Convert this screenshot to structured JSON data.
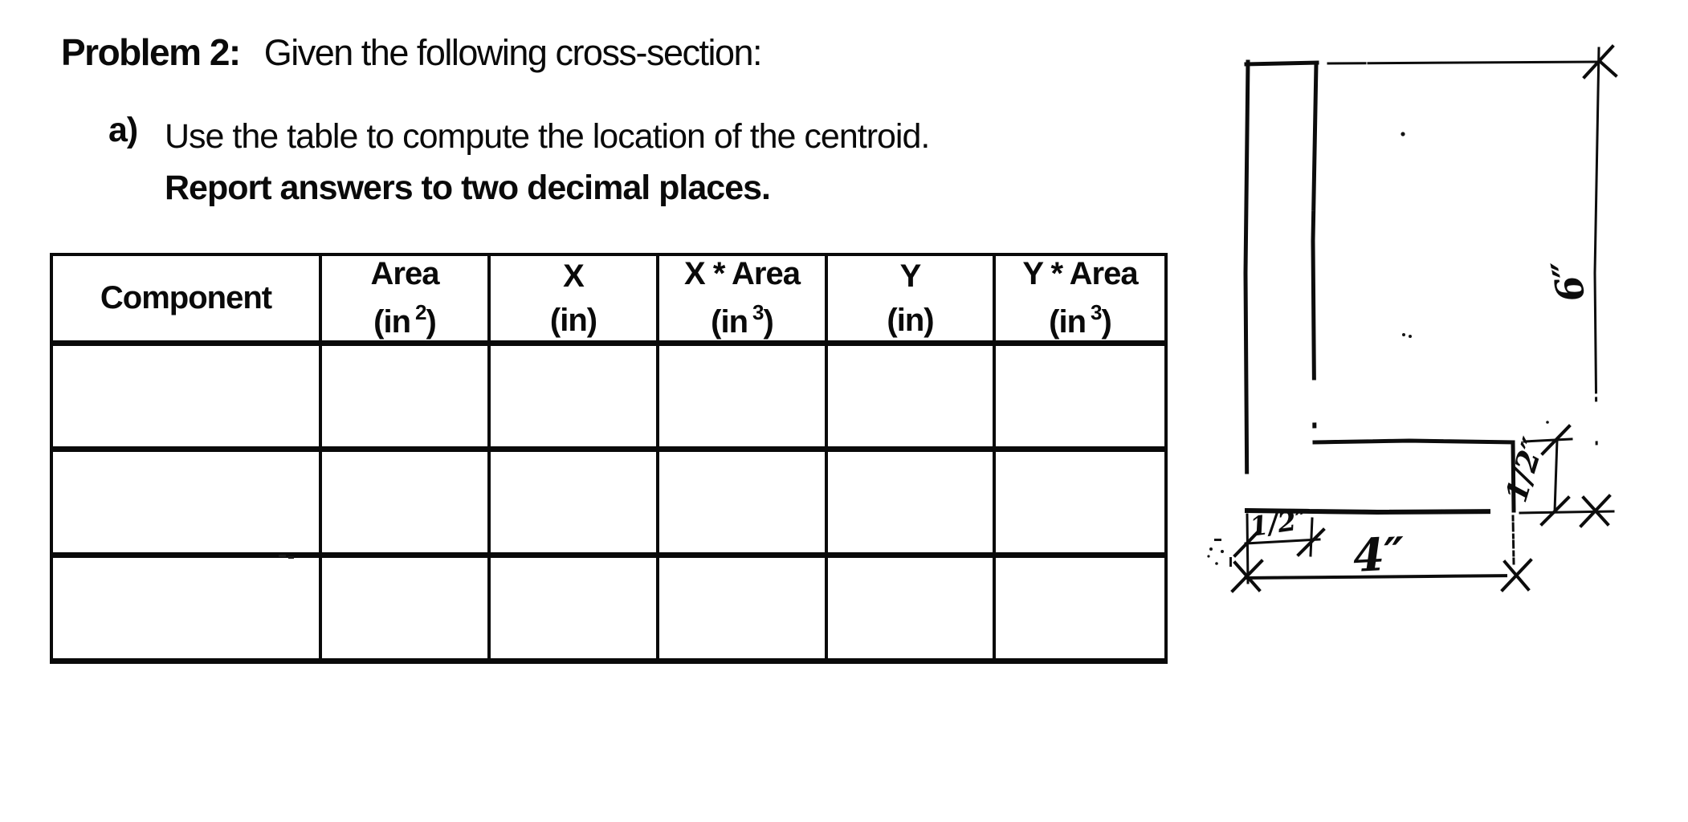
{
  "page": {
    "title_bold": "Problem 2:",
    "title_rest": "Given the following cross-section:",
    "item_label": "a)",
    "item_line1": "Use the table to compute the location of the centroid.",
    "item_line2": "Report answers to two decimal places."
  },
  "table": {
    "columns": [
      {
        "label": "Component",
        "unit_pre": "",
        "sup": "",
        "unit_post": ""
      },
      {
        "label": "Area",
        "unit_pre": "(in",
        "sup": "2",
        "unit_post": ")"
      },
      {
        "label": "X",
        "unit_pre": "(in)",
        "sup": "",
        "unit_post": ""
      },
      {
        "label": "X * Area",
        "unit_pre": "(in",
        "sup": "3",
        "unit_post": ")"
      },
      {
        "label": "Y",
        "unit_pre": "(in)",
        "sup": "",
        "unit_post": ""
      },
      {
        "label": "Y * Area",
        "unit_pre": "(in",
        "sup": "3",
        "unit_post": ")"
      }
    ],
    "body_row_count": 3
  },
  "figure": {
    "labels": {
      "overall_height": "6″",
      "flange_thickness": "1/2″",
      "leg_width": "1/2″",
      "overall_width": "4″"
    },
    "ink_color": "#0c0c0c"
  }
}
